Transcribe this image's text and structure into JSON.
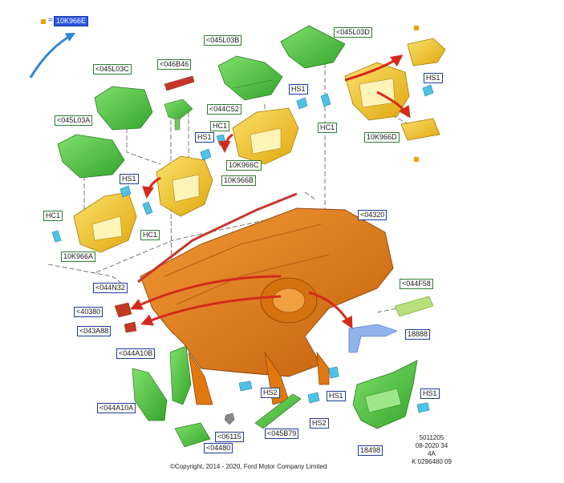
{
  "diagram": {
    "selected_part": "10K966E",
    "labels": {
      "l045L03D": "<045L03D",
      "l045L03B": "<045L03B",
      "l046B46": "<046B46",
      "l045L03C": "<045L03C",
      "l044C52": "<044C52",
      "l045L03A": "<045L03A",
      "hs1_a": "HS1",
      "hs1_b": "HS1",
      "hs1_c": "HS1",
      "hs1_d": "HS1",
      "hs1_e": "HS1",
      "hs1_f": "HS1",
      "hc1_a": "HC1",
      "hc1_b": "HC1",
      "hc1_c": "HC1",
      "hc1_d": "HC1",
      "l10K966C": "10K966C",
      "l10K966B": "10K966B",
      "l10K966A": "10K966A",
      "l10K966D": "10K966D",
      "l04320": "<04320",
      "l044N32": "<044N32",
      "l044F58": "<044F58",
      "l40380": "<40380",
      "l043A88": "<043A88",
      "l18888": "18888",
      "l044A10B": "<044A10B",
      "l044A10A": "<044A10A",
      "hs2_a": "HS2",
      "hs2_b": "HS2",
      "l06115": "<06115",
      "l045B79": "<045B79",
      "l04480": "<04480",
      "l18498": "18498"
    },
    "colors": {
      "green": "#5cc84a",
      "yellow": "#f2c21e",
      "orange": "#e67e16",
      "red_arrow": "#d52a1a",
      "clip_blue": "#4fc3e6",
      "selection_blue": "#2b57e6"
    }
  },
  "info_block": [
    "5011205",
    "08-2020 34",
    "4A",
    "K 0296480 09"
  ],
  "copyright": "©Copyright, 2014 - 2020, Ford Motor Company Limited"
}
